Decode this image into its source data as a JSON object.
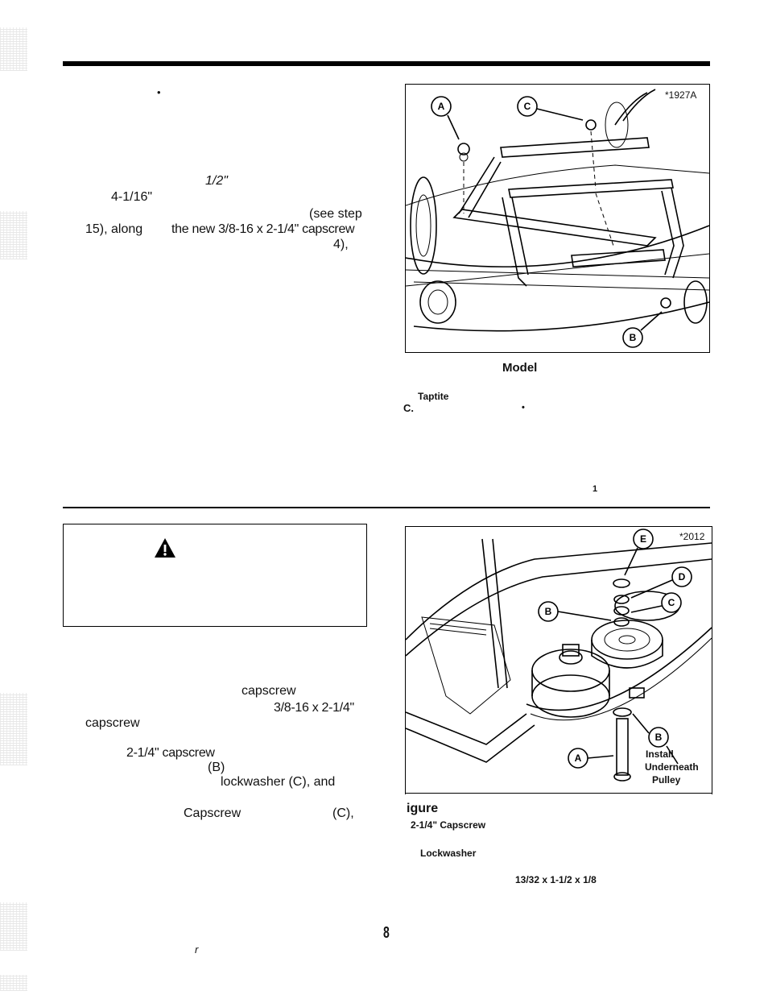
{
  "left_top": {
    "bullet": "•",
    "frag_half": "1/2\"",
    "frag_4116": "4-1/16\"",
    "frag_seestep": "(see step",
    "frag_15along": "15), along",
    "frag_thenew": "the new 3/8-16 x 2-1/4\" capscrew",
    "frag_4": "4),"
  },
  "figure_top": {
    "number": "*1927A",
    "callouts": [
      "A",
      "C",
      "B"
    ],
    "caption_model": "Model",
    "caption_taptite": "Taptite",
    "caption_c": "C.",
    "caption_bullet": "•",
    "mark_1": "1"
  },
  "left_bottom": {
    "frag_capscrew1": "capscrew",
    "frag_size": "3/8-16 x 2-1/4\"",
    "frag_capscrew2": "capscrew",
    "frag_214": "2-1/4\" capscrew",
    "frag_b": "(B)",
    "frag_lockwasher": "lockwasher (C), and",
    "frag_capscrew3": "Capscrew",
    "frag_c": "(C),"
  },
  "figure_bottom": {
    "number": "*2012",
    "callouts": [
      "E",
      "D",
      "C",
      "B",
      "B",
      "A"
    ],
    "label_install": "Install",
    "label_underneath": "Underneath",
    "label_pulley": "Pulley",
    "caption_figure": "igure",
    "caption_capscrew": "2-1/4\" Capscrew",
    "caption_lockwasher": "Lockwasher",
    "caption_washer": "13/32 x 1-1/2 x 1/8"
  },
  "footer": {
    "page_number": "8",
    "mark": "r"
  }
}
